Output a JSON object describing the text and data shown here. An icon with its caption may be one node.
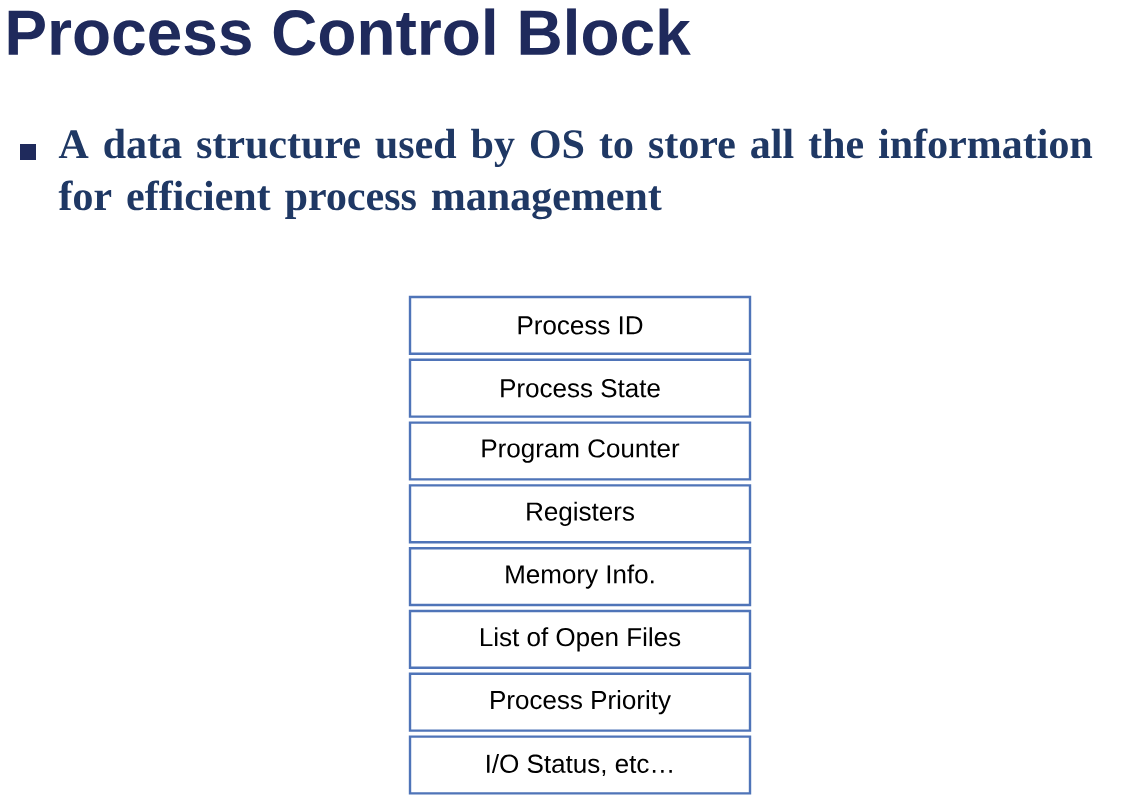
{
  "diagram": {
    "title": "Process Control Block",
    "nodes": [
      {
        "text": [
          "Process ID"
        ]
      },
      {
        "text": [
          "Process State"
        ]
      },
      {
        "text": [
          "Program Counter"
        ]
      },
      {
        "text": [
          "Registers"
        ]
      },
      {
        "text": [
          "Memory Info."
        ]
      },
      {
        "text": [
          "List of Open Files"
        ]
      },
      {
        "text": [
          "Process Priority"
        ]
      },
      {
        "text": [
          "I/O Status, etc…"
        ]
      }
    ],
    "labels": [
      "A data structure used by OS to store all the information for efficient process management"
    ]
  }
}
